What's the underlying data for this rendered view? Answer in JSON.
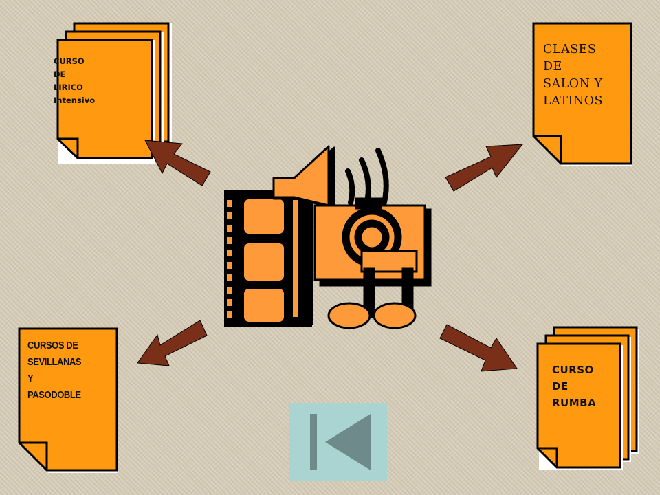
{
  "nodes": {
    "lirico": {
      "lines": [
        "CURSO",
        "DE",
        "LIRICO",
        "Intensivo"
      ]
    },
    "salon": {
      "lines": [
        "CLASES",
        "DE",
        "SALON Y",
        "LATINOS"
      ]
    },
    "sevillanas": {
      "lines": [
        "CURSOS DE",
        "SEVILLANAS",
        "Y",
        "PASODOBLE"
      ]
    },
    "rumba": {
      "lines": [
        "CURSO",
        "DE",
        "RUMBA"
      ]
    }
  },
  "center": {
    "icon": "multimedia-film-speaker-music-icon"
  },
  "navigation": {
    "icon": "skip-to-start-icon"
  },
  "colors": {
    "background": "#d6ccb6",
    "document_fill": "#ff9a10",
    "arrow_fill": "#7a2f19",
    "button_bg": "#aad4d1",
    "button_icon": "#6f8a8a"
  }
}
